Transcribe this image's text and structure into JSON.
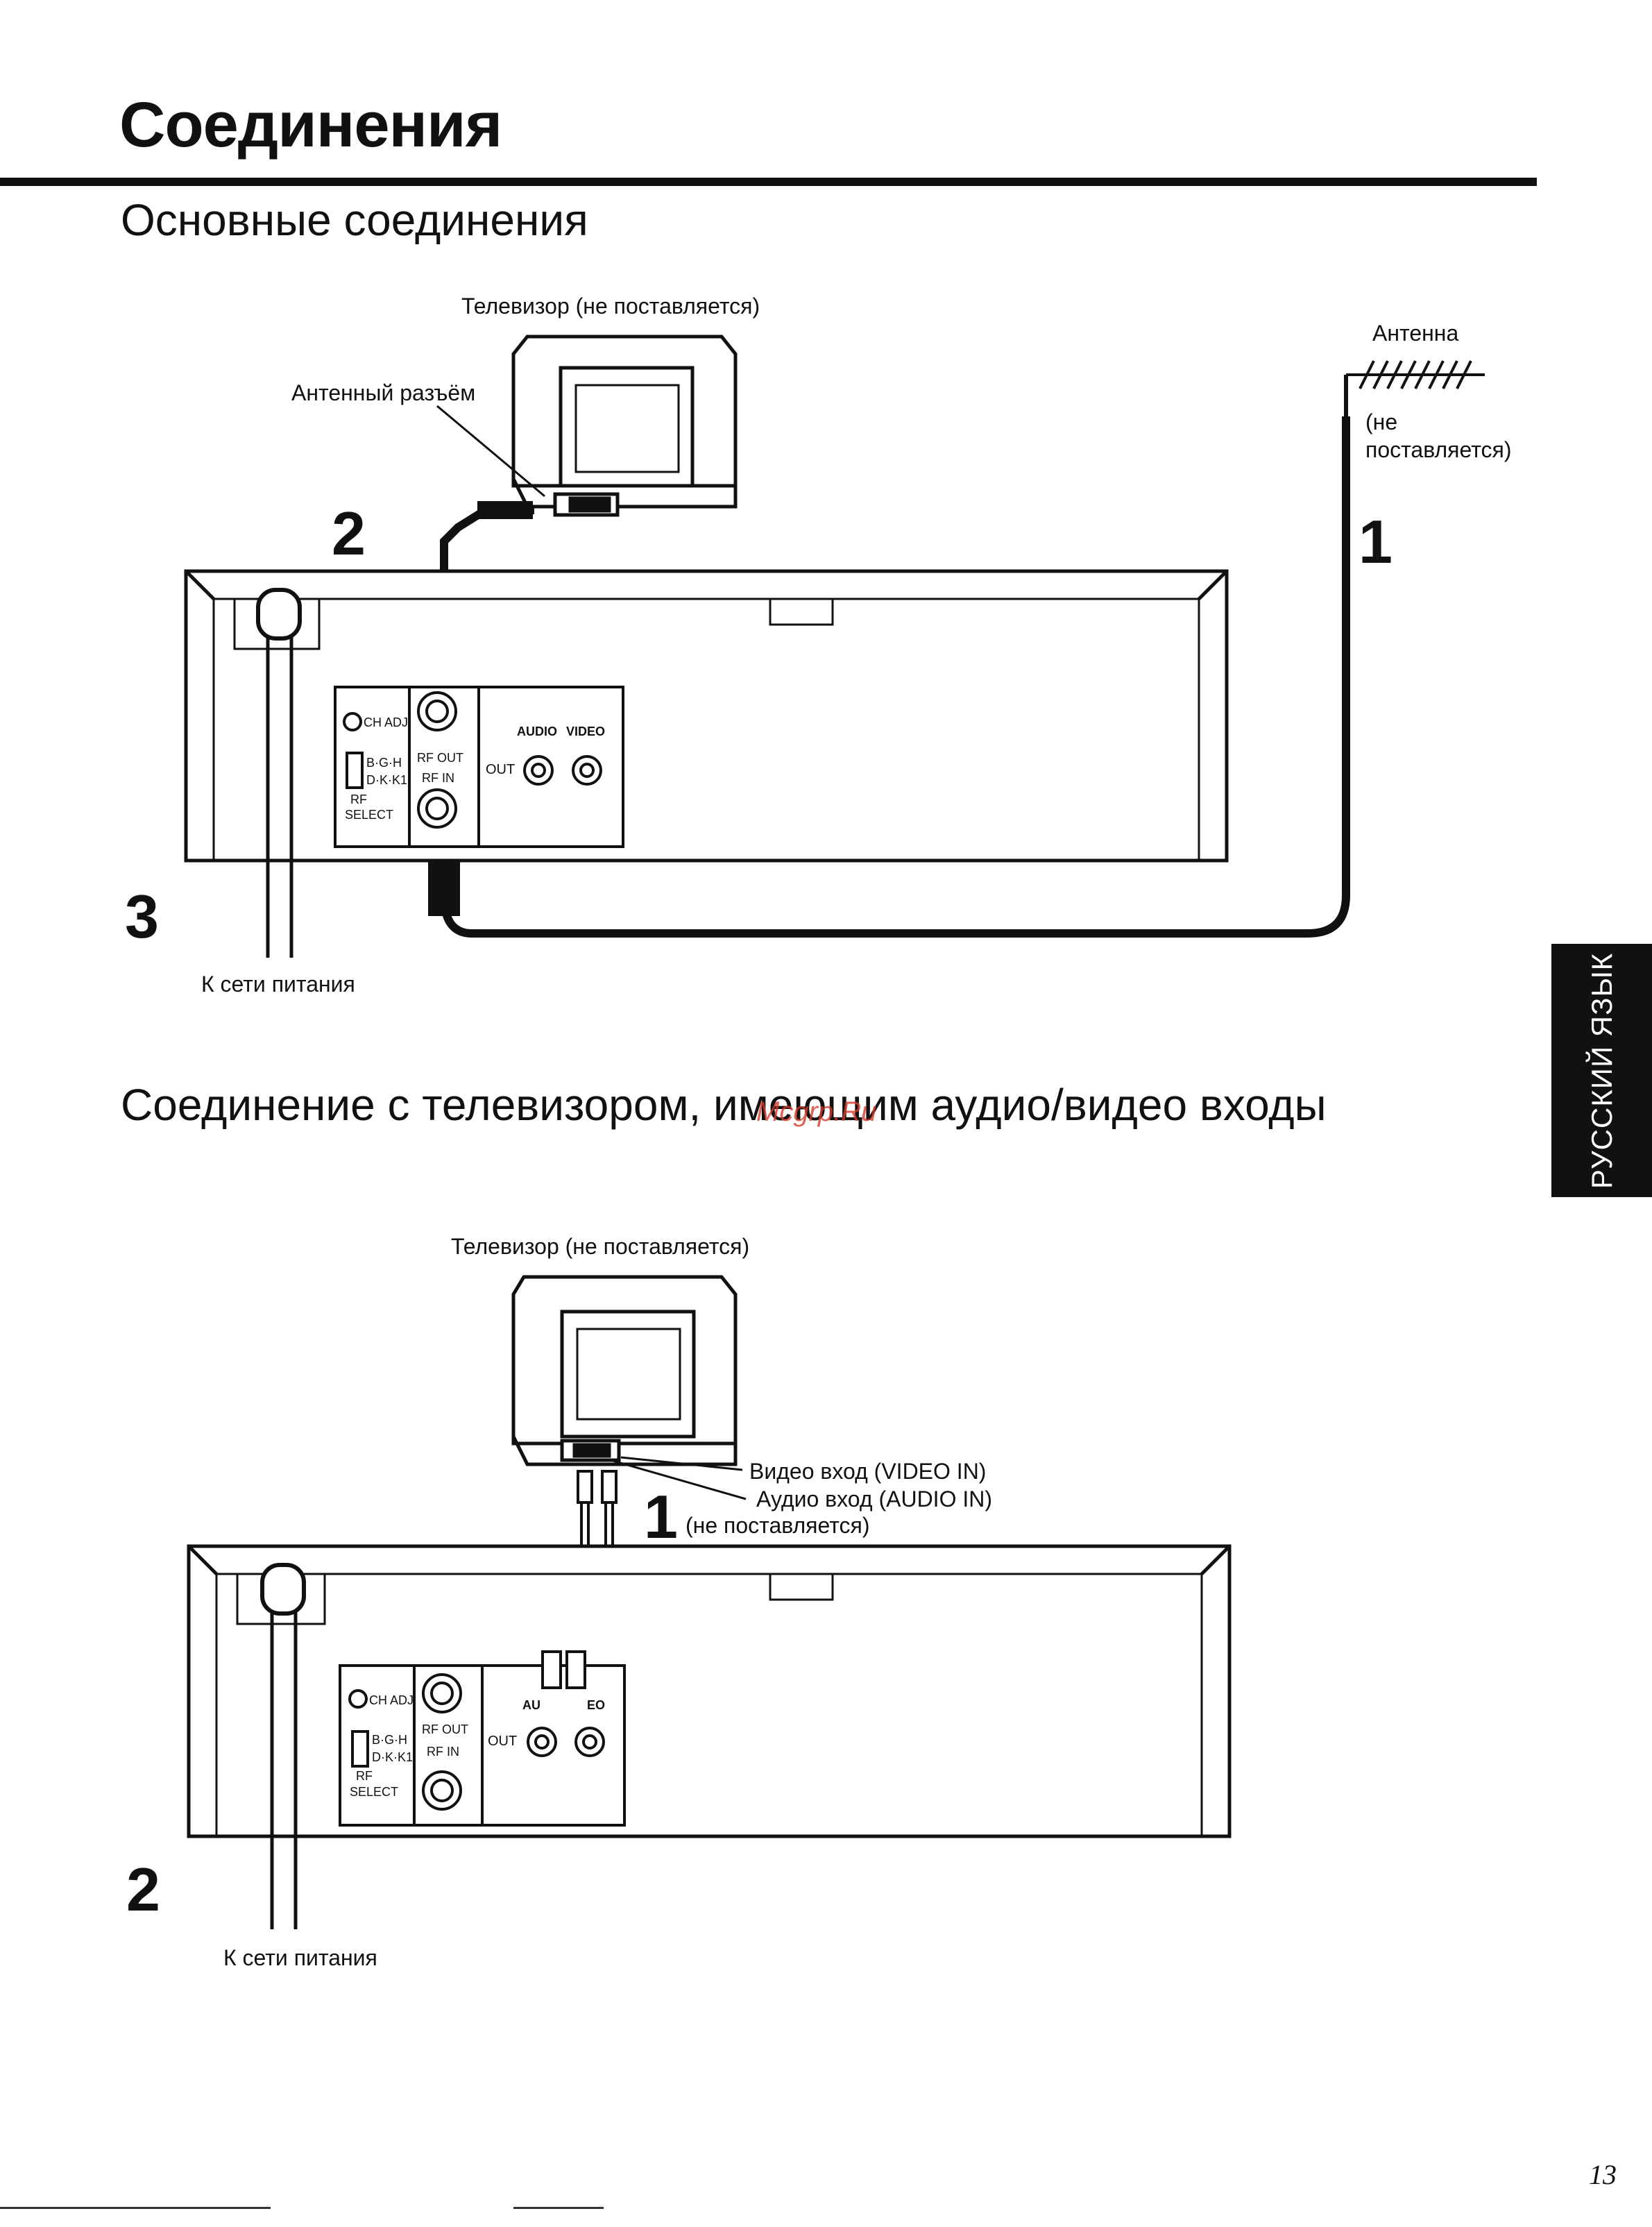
{
  "page": {
    "title": "Соединения",
    "section_basic": "Основные соединения",
    "section_av": "Соединение с телевизором, имеющим аудио/видео входы",
    "side_tab": "РУССКИЙ ЯЗЫК",
    "page_number": "13",
    "watermark": "Mcgrp.Ru"
  },
  "diagram_basic": {
    "tv_label": "Телевизор (не поставляется)",
    "antenna_jack_label": "Антенный разъём",
    "antenna_label": "Антенна",
    "antenna_note_line1": "(не",
    "antenna_note_line2": "поставляется)",
    "step_1": "1",
    "step_2": "2",
    "step_3": "3",
    "mains_label": "К сети питания",
    "panel": {
      "ch_adj": "CH ADJ",
      "rf_out": "RF OUT",
      "rf_in": "RF IN",
      "bgh": "B·G·H",
      "dkk1": "D·K·K1",
      "rf": "RF",
      "select": "SELECT",
      "audio": "AUDIO",
      "video": "VIDEO",
      "out": "OUT"
    }
  },
  "diagram_av": {
    "tv_label": "Телевизор (не поставляется)",
    "video_in_label": "Видео вход (VIDEO IN)",
    "audio_in_label": "Аудио вход (AUDIO IN)",
    "step_1": "1",
    "cable_note": "(не поставляется)",
    "step_2": "2",
    "mains_label": "К сети питания",
    "panel": {
      "ch_adj": "CH ADJ",
      "rf_out": "RF OUT",
      "rf_in": "RF IN",
      "bgh": "B·G·H",
      "dkk1": "D·K·K1",
      "rf": "RF",
      "select": "SELECT",
      "audio_partial_left": "AU",
      "video_partial_right": "EO",
      "out": "OUT"
    }
  }
}
